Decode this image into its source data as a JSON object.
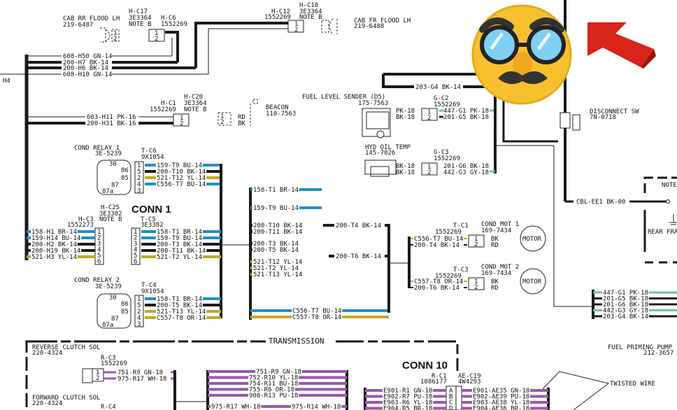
{
  "page": {
    "title": "Wiring schematic (excerpt)"
  },
  "colors": {
    "black": "#1a1a1a",
    "blue": "#1e90c8",
    "yellow": "#c2a820",
    "purple": "#9b59a8",
    "green": "#6cc4a0",
    "red": "#d8241a"
  },
  "labels": {
    "h4": "H4",
    "cab_rr_flood": [
      "CAB RR FLOOD LH",
      "219-6487"
    ],
    "hc17": [
      "H-C17",
      "3E3364",
      "NOTE B"
    ],
    "hc6": [
      "H-C6",
      "1552269"
    ],
    "hc12": [
      "H-C12",
      "1552269"
    ],
    "hc10": [
      "H-C10",
      "3E3364",
      "NOTE B"
    ],
    "cab_fr_flood": [
      "CAB FR FLOOD LH",
      "219-6488"
    ],
    "hc1": [
      "H-C1",
      "1552269"
    ],
    "hc20": [
      "H-C20",
      "3E3364",
      "NOTE B"
    ],
    "beacon": [
      "BEACON",
      "110-7563"
    ],
    "beacon_pins": [
      "RD",
      "BK"
    ],
    "fuel_sender": [
      "FUEL LEVEL SENDER (D5)",
      "175-7563"
    ],
    "gc2": [
      "G-C2",
      "1552269"
    ],
    "hyd_oil": [
      "HYD OIL TEMP",
      "145-7026"
    ],
    "gc3": [
      "G-C3",
      "1552269"
    ],
    "disconnect": [
      "DISCONNECT SW",
      "7N-0718"
    ],
    "cbl": "CBL-EE1 BK-00",
    "note": "NOTE",
    "rear_frame": "REAR FRAME",
    "cond_relay1": [
      "COND RELAY 1",
      "3E-5239"
    ],
    "tc6": [
      "T-C6",
      "9X1054"
    ],
    "conn1": "CONN 1",
    "hc25": [
      "H-C25",
      "3E3382",
      "NOTE B"
    ],
    "hc3": [
      "H-C3",
      "1552273"
    ],
    "tc5": [
      "T-C5",
      "3E3382"
    ],
    "cond_relay2": [
      "COND RELAY 2",
      "3E-5239"
    ],
    "tc4": [
      "T-C4",
      "9X1054"
    ],
    "relay_terms": [
      "30",
      "86",
      "85",
      "87",
      "87a"
    ],
    "tc1": [
      "T-C1",
      "1552269"
    ],
    "tc3": [
      "T-C3",
      "1552269"
    ],
    "cond_mot1": [
      "COND MOT 1",
      "169-7434"
    ],
    "cond_mot2": [
      "COND MOT 2",
      "169-7434"
    ],
    "motor": "MOTOR",
    "mot_pins": [
      "BK",
      "RD"
    ],
    "transmission": "TRANSMISSION",
    "reverse_sol": [
      "REVERSE CLUTCH SOL",
      "220-4324"
    ],
    "rc3": [
      "R-C3",
      "1552269"
    ],
    "forward_sol": [
      "FORWARD CLUTCH SOL",
      "220-4324"
    ],
    "rc4": "R-C4",
    "conn10": "CONN 10",
    "rc1": [
      "R-C1",
      "1086177"
    ],
    "aec19": [
      "AE-C19",
      "4W4293"
    ],
    "fuel_priming": [
      "FUEL PRIMING PUMP",
      "212-3657"
    ],
    "twisted": "TWISTED WIRE"
  },
  "wires": {
    "top_bundle": [
      "608-H50 GN-14",
      "200-H7 BK-14",
      "200-H6 BK-14",
      "608-H10 GN-14"
    ],
    "mid_bundle": [
      "603-H11 PK-16",
      "200-H31 BK-16"
    ],
    "g4": "203-G4 BK-14",
    "fuel_pins": [
      "PK-18",
      "BK-18"
    ],
    "gc2_out": [
      "447-G1 PK-18",
      "201-G5 BK-18"
    ],
    "hyd_pins": [
      "BK-18",
      "BK-18"
    ],
    "gc3_out": [
      "201-G6 BK-18",
      "442-G3 GY-18"
    ],
    "tc6": [
      "159-T9 BU-14",
      "200-T10 BK-14",
      "521-T12 YL-14",
      "C556-T7 BU-14"
    ],
    "tc6_pins": [
      "1",
      "5",
      "2",
      "4",
      "3"
    ],
    "hc3": [
      "158-H1 BR-14",
      "159-H14 BU-14",
      "200-H2 BK-14",
      "200-H19 BK-14",
      "521-H3 YL-14"
    ],
    "tc5": [
      "158-T1 BR-14",
      "159-T9 BU-14",
      "200-T3 BK-14",
      "200-T11 BK-14",
      "521-T2 YL-14"
    ],
    "six_pins": [
      "1",
      "2",
      "3",
      "4",
      "5",
      "6"
    ],
    "tc4": [
      "158-T1 BR-14",
      "200-T5 BK-14",
      "521-T13 YL-14",
      "C557-T8 OR-14"
    ],
    "center": [
      "158-T1 BR-14",
      "159-T9 BU-14",
      "200-T10 BK-14",
      "200-T11 BK-14",
      "200-T3 BK-14",
      "200-T5 BK-14",
      "521-T12 YL-14",
      "521-T2 YL-14",
      "521-T13 YL-14",
      "C556-T7 BU-14",
      "C557-T8 OR-14"
    ],
    "t4": "200-T4 BK-14",
    "t6": "200-T6 BK-14",
    "tc1": [
      "C556-T7 BU-14",
      "200-T4 BK-14"
    ],
    "tc3": [
      "C557-T8 OR-14",
      "200-T6 BK-14"
    ],
    "right_bundle": [
      "447-G1 PK-18",
      "201-G5 BK-18",
      "201-G6 BK-18",
      "442-G3 GY-18",
      "203-G4 BK-14"
    ],
    "rc3": [
      "751-R9 GN-18",
      "975-R17 WH-18"
    ],
    "trans_bundle": [
      "751-R9 GN-18",
      "752-R10 YL-18",
      "754-R11 BU-18",
      "755-R6 OR-18",
      "900-R13 PU-18"
    ],
    "trans_bottom": [
      "975-R17 WH-18",
      "975-R14 WH-18"
    ],
    "conn10_left": [
      "E901-R1 GN-18",
      "E902-R7 PU-18",
      "E903-R6 YL-18",
      "E904-R5 BR-18"
    ],
    "conn10_right": [
      "E901-AE35 GN-18",
      "E902-AE39 PU-18",
      "E903-AE38 YL-18",
      "E904-AE36 BR-18"
    ],
    "conn10_pins": [
      "A",
      "B",
      "C",
      "D"
    ]
  },
  "overlays": {
    "emoji": "disguised-face",
    "arrow": "red-arrow"
  }
}
